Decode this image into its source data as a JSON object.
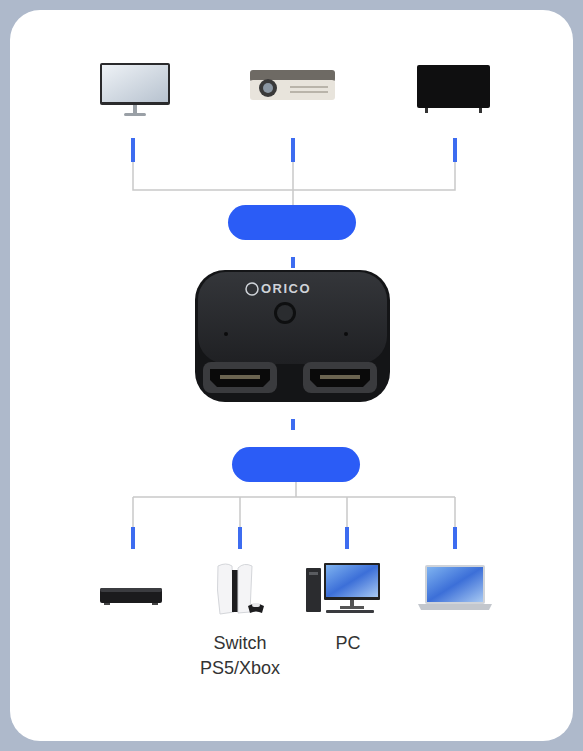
{
  "diagram": {
    "labels": [
      "ORICO",
      "Switch PS5/Xbox",
      "PC"
    ]
  }
}
